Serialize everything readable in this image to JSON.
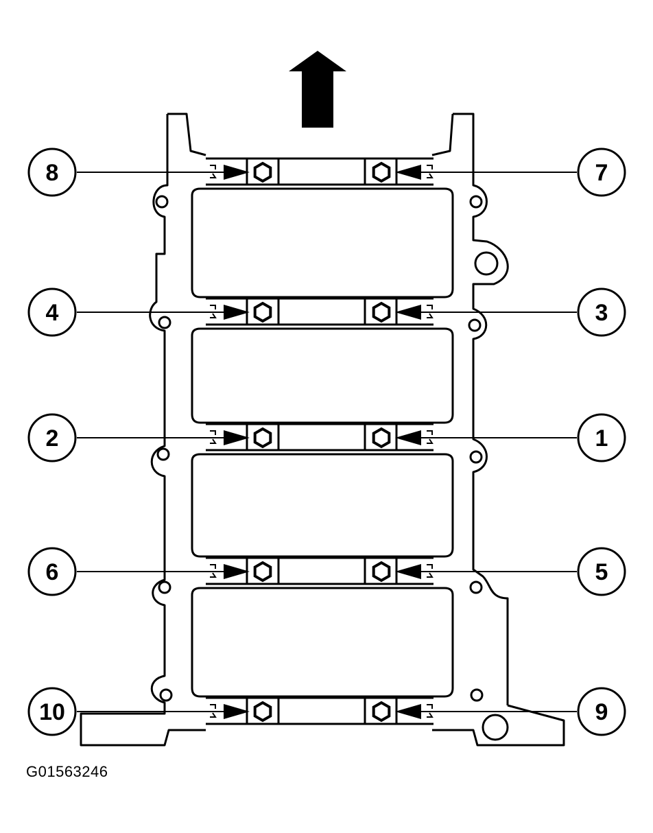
{
  "figure_id": "G01563246",
  "callouts": [
    {
      "label": "8",
      "side": "left",
      "row": 0
    },
    {
      "label": "7",
      "side": "right",
      "row": 0
    },
    {
      "label": "4",
      "side": "left",
      "row": 1
    },
    {
      "label": "3",
      "side": "right",
      "row": 1
    },
    {
      "label": "2",
      "side": "left",
      "row": 2
    },
    {
      "label": "1",
      "side": "right",
      "row": 2
    },
    {
      "label": "6",
      "side": "left",
      "row": 3
    },
    {
      "label": "5",
      "side": "right",
      "row": 3
    },
    {
      "label": "10",
      "side": "left",
      "row": 4
    },
    {
      "label": "9",
      "side": "right",
      "row": 4
    }
  ],
  "direction_arrow": "up",
  "colors": {
    "line": "#000000",
    "background": "#ffffff"
  }
}
